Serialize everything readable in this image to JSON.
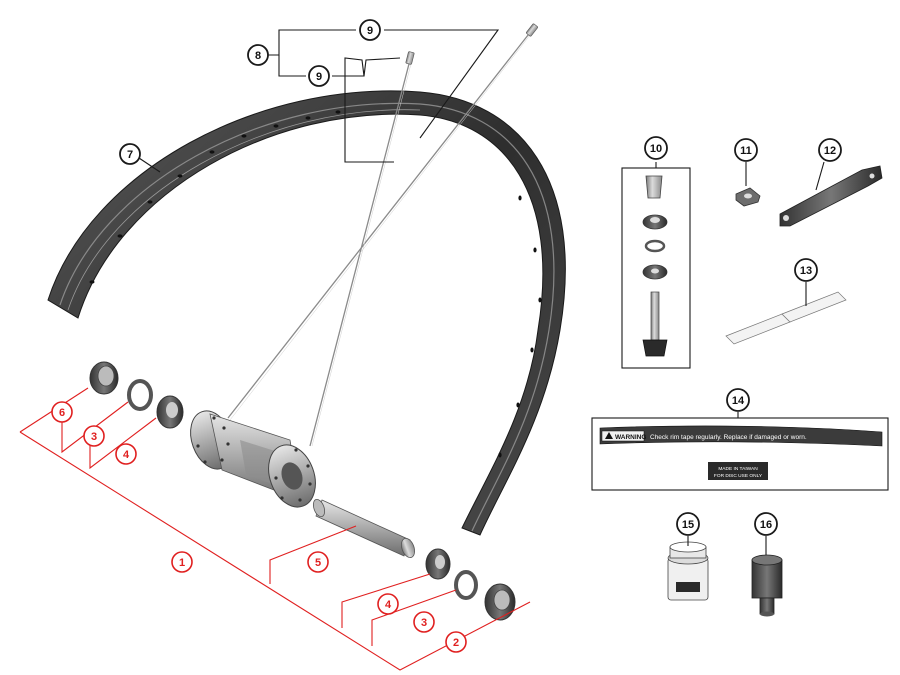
{
  "callouts": {
    "c1": "1",
    "c2": "2",
    "c3a": "3",
    "c3b": "3",
    "c4a": "4",
    "c4b": "4",
    "c5": "5",
    "c6": "6",
    "c7": "7",
    "c8": "8",
    "c9a": "9",
    "c9b": "9",
    "c10": "10",
    "c11": "11",
    "c12": "12",
    "c13": "13",
    "c14": "14",
    "c15": "15",
    "c16": "16"
  },
  "rim_tape": {
    "warning_label": "WARNING",
    "warning_text": "Check rim tape regularly. Replace if damaged or worn.",
    "made_in": "MADE IN TAIWAN",
    "disc_use": "FOR DISC USE ONLY"
  },
  "colors": {
    "callout_black": "#1a1a1a",
    "callout_red": "#e02020",
    "metal_dark": "#3a3a3a",
    "metal_light": "#c9c9c9"
  }
}
